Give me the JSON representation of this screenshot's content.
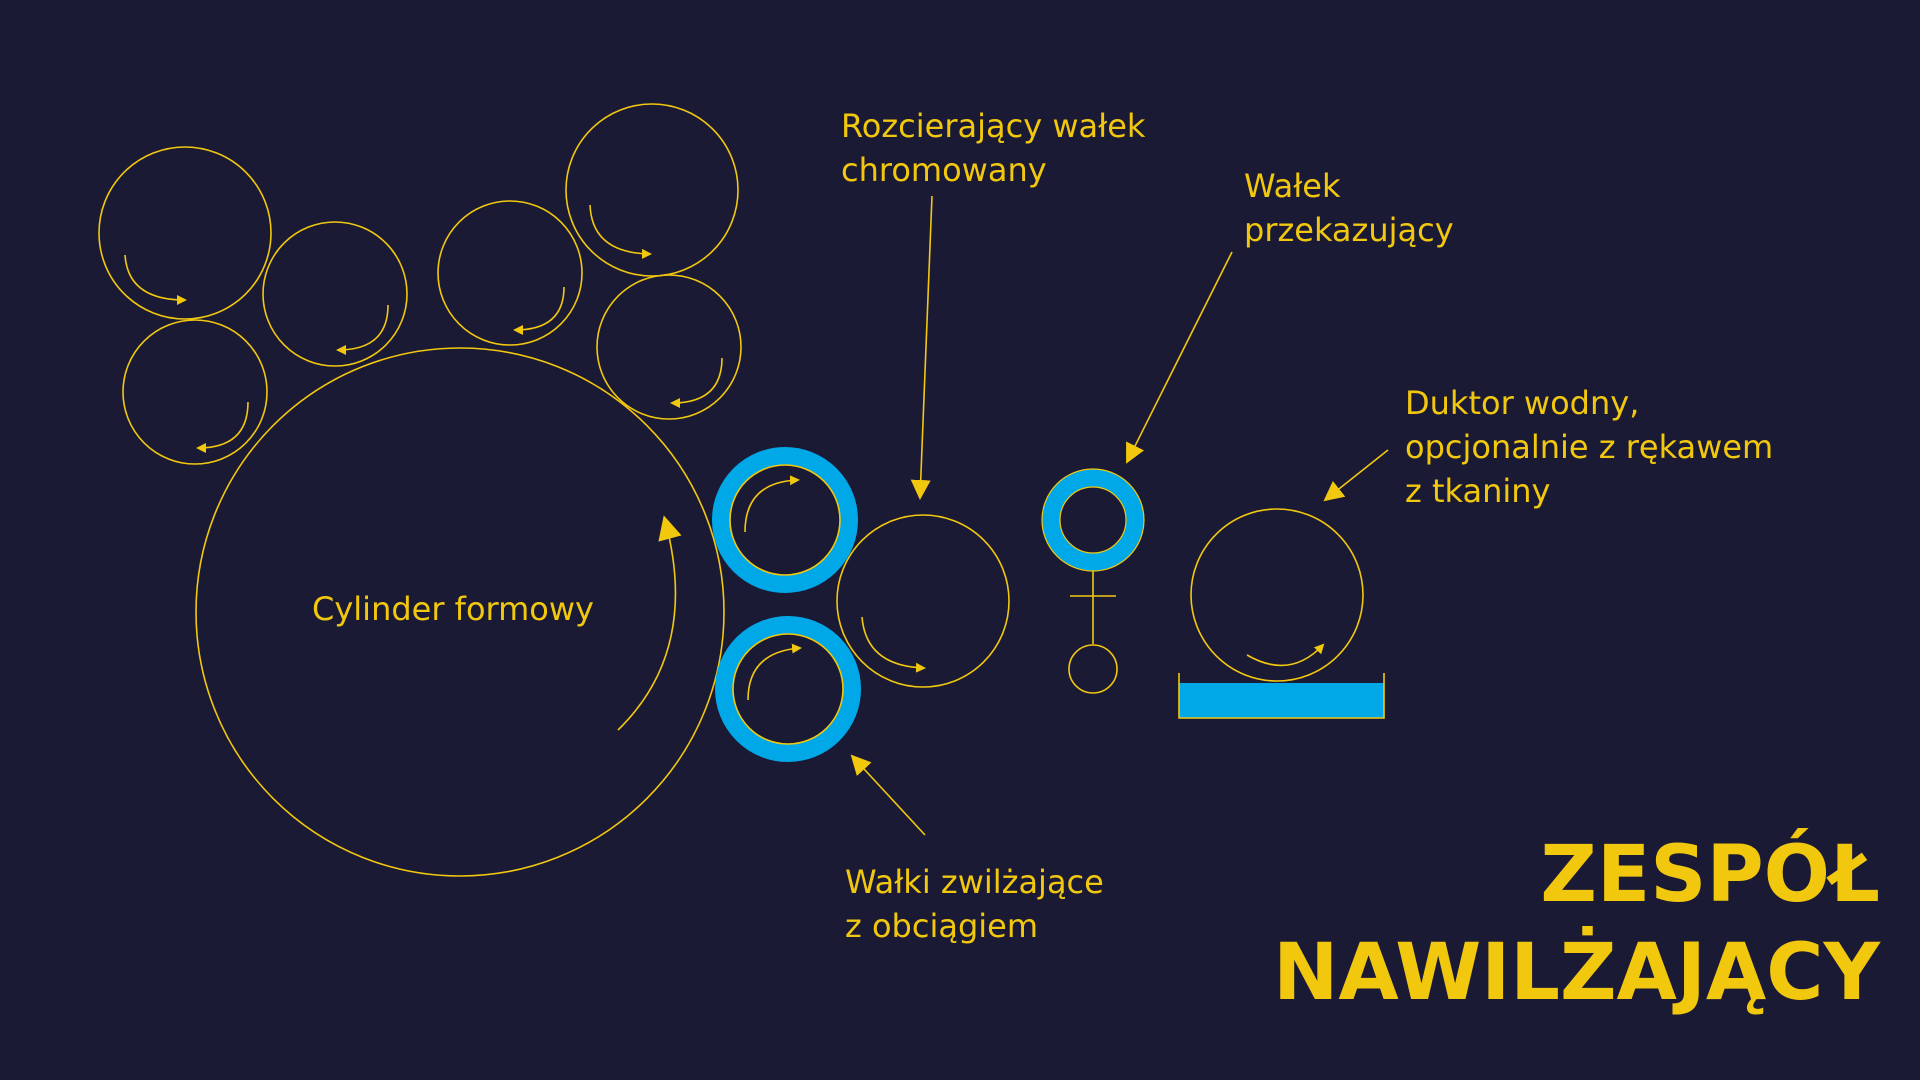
{
  "colors": {
    "background": "#1b1a35",
    "line": "#f2c80f",
    "roller_blue": "#00a8e8"
  },
  "labels": {
    "forme_cylinder": "Cylinder formowy",
    "chrome_roller": [
      "Rozcierający wałek",
      "chromowany"
    ],
    "transfer_roller": [
      "Wałek",
      "przekazujący"
    ],
    "fountain_roller": [
      "Duktor wodny,",
      "opcjonalnie z rękawem",
      "z tkaniny"
    ],
    "dampening_rollers": [
      "Wałki zwilżające",
      "z obciągiem"
    ]
  },
  "title": [
    "ZESPÓŁ",
    "NAWILŻAJĄCY"
  ]
}
